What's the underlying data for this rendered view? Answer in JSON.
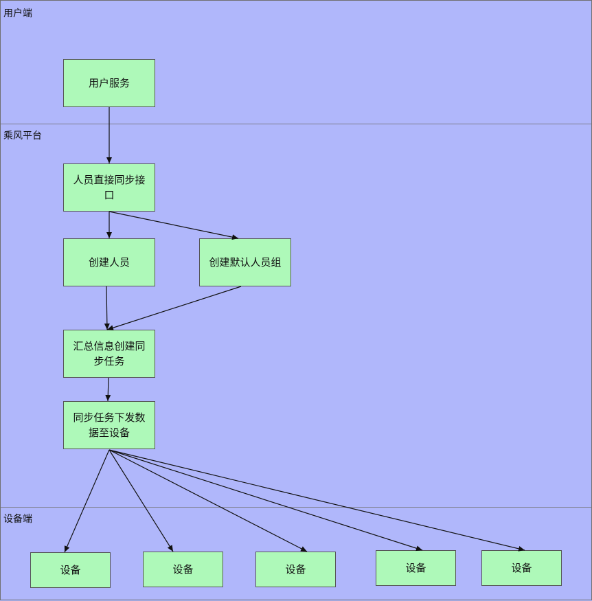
{
  "lanes": {
    "user": {
      "label": "用户端"
    },
    "platform": {
      "label": "乘风平台"
    },
    "device": {
      "label": "设备端"
    }
  },
  "nodes": {
    "user_service": "用户服务",
    "sync_api": "人员直接同步接口",
    "create_person": "创建人员",
    "create_default_group": "创建默认人员组",
    "summarize_task": "汇总信息创建同步任务",
    "dispatch_task": "同步任务下发数据至设备",
    "device_1": "设备",
    "device_2": "设备",
    "device_3": "设备",
    "device_4": "设备",
    "device_5": "设备"
  },
  "edges": [
    [
      "user_service",
      "sync_api"
    ],
    [
      "sync_api",
      "create_person"
    ],
    [
      "sync_api",
      "create_default_group"
    ],
    [
      "create_person",
      "summarize_task"
    ],
    [
      "create_default_group",
      "summarize_task"
    ],
    [
      "summarize_task",
      "dispatch_task"
    ],
    [
      "dispatch_task",
      "device_1"
    ],
    [
      "dispatch_task",
      "device_2"
    ],
    [
      "dispatch_task",
      "device_3"
    ],
    [
      "dispatch_task",
      "device_4"
    ],
    [
      "dispatch_task",
      "device_5"
    ]
  ]
}
